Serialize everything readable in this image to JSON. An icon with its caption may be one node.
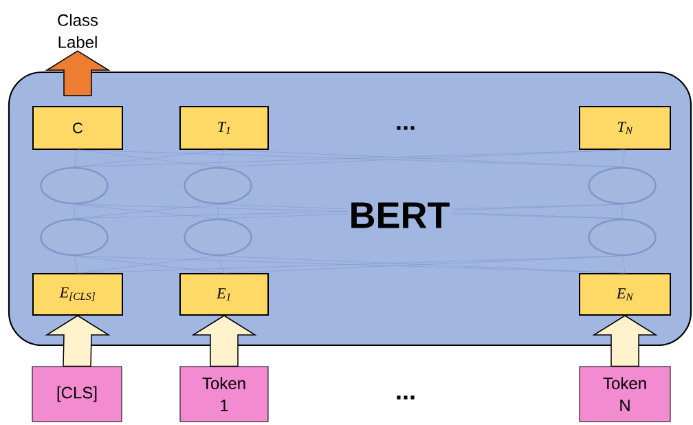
{
  "diagram": {
    "nodes": [
      {
        "text": [
          "BERT"
        ]
      },
      {
        "text": [
          "C"
        ],
        "in": 0
      },
      {
        "text": [
          "T$_{1}$"
        ],
        "in": 0
      },
      {
        "text": [
          "T$_{N}$"
        ],
        "in": 0
      },
      {
        "text": [],
        "shape": "ellipse",
        "in": 0
      },
      {
        "text": [],
        "shape": "ellipse",
        "in": 0
      },
      {
        "text": [],
        "shape": "ellipse",
        "in": 0
      },
      {
        "text": [],
        "shape": "ellipse",
        "in": 0
      },
      {
        "text": [],
        "shape": "ellipse",
        "in": 0
      },
      {
        "text": [],
        "shape": "ellipse",
        "in": 0
      },
      {
        "text": [
          "E$_{[CLS]}$"
        ],
        "in": 0
      },
      {
        "text": [
          "E$_{1}$"
        ],
        "in": 0
      },
      {
        "text": [
          "E$_{N}$"
        ],
        "in": 0
      },
      {
        "text": [
          "[CLS]"
        ]
      },
      {
        "text": [
          "Token 1"
        ]
      },
      {
        "text": [
          "Token N"
        ]
      },
      {
        "text": [
          "Class Label"
        ]
      }
    ],
    "edges": [
      {
        "from": 13,
        "to": 10,
        "arrow": "to",
        "style": "thick",
        "color": "#fff2cc"
      },
      {
        "from": 14,
        "to": 11,
        "arrow": "to",
        "style": "thick",
        "color": "#fff2cc"
      },
      {
        "from": 15,
        "to": 12,
        "arrow": "to",
        "style": "thick",
        "color": "#fff2cc"
      },
      {
        "from": 1,
        "to": 16,
        "arrow": "to",
        "style": "thick",
        "color": "#ed7d31"
      },
      {
        "from": 10,
        "to": 7,
        "arrow": "none"
      },
      {
        "from": 10,
        "to": 8,
        "arrow": "none"
      },
      {
        "from": 10,
        "to": 9,
        "arrow": "none"
      },
      {
        "from": 11,
        "to": 7,
        "arrow": "none"
      },
      {
        "from": 11,
        "to": 8,
        "arrow": "none"
      },
      {
        "from": 11,
        "to": 9,
        "arrow": "none"
      },
      {
        "from": 12,
        "to": 7,
        "arrow": "none"
      },
      {
        "from": 12,
        "to": 8,
        "arrow": "none"
      },
      {
        "from": 12,
        "to": 9,
        "arrow": "none"
      },
      {
        "from": 7,
        "to": 4,
        "arrow": "none"
      },
      {
        "from": 7,
        "to": 5,
        "arrow": "none"
      },
      {
        "from": 7,
        "to": 6,
        "arrow": "none"
      },
      {
        "from": 8,
        "to": 4,
        "arrow": "none"
      },
      {
        "from": 8,
        "to": 5,
        "arrow": "none"
      },
      {
        "from": 8,
        "to": 6,
        "arrow": "none"
      },
      {
        "from": 9,
        "to": 4,
        "arrow": "none"
      },
      {
        "from": 9,
        "to": 5,
        "arrow": "none"
      },
      {
        "from": 9,
        "to": 6,
        "arrow": "none"
      },
      {
        "from": 4,
        "to": 1,
        "arrow": "none"
      },
      {
        "from": 4,
        "to": 2,
        "arrow": "none"
      },
      {
        "from": 4,
        "to": 3,
        "arrow": "none"
      },
      {
        "from": 5,
        "to": 1,
        "arrow": "none"
      },
      {
        "from": 5,
        "to": 2,
        "arrow": "none"
      },
      {
        "from": 5,
        "to": 3,
        "arrow": "none"
      },
      {
        "from": 6,
        "to": 1,
        "arrow": "none"
      },
      {
        "from": 6,
        "to": 2,
        "arrow": "none"
      },
      {
        "from": 6,
        "to": 3,
        "arrow": "none"
      }
    ],
    "labels": [
      "...",
      "..."
    ]
  }
}
